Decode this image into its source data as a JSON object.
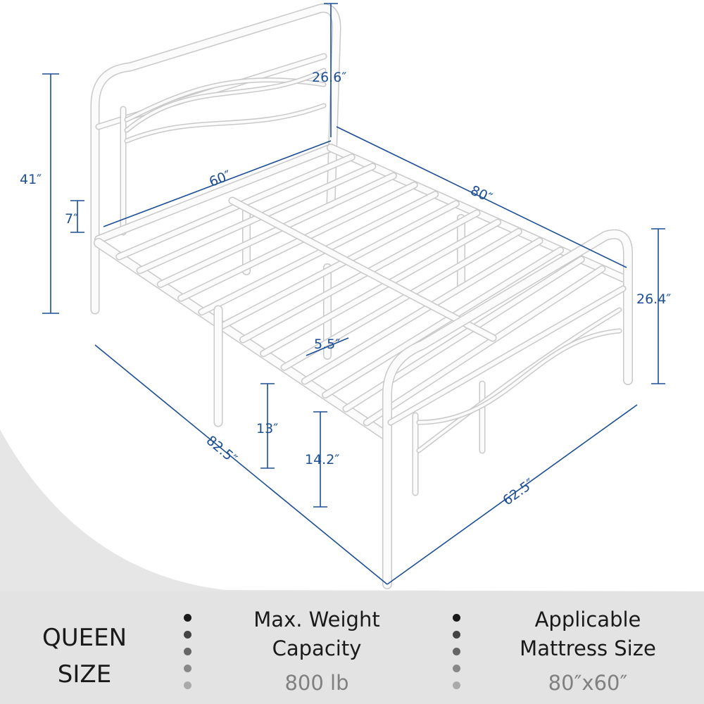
{
  "dimensions": {
    "headboard_above_rail": "26.6″",
    "total_height": "41″",
    "rail_height_from_ground": "7″",
    "width": "60″",
    "length": "80″",
    "footboard_height": "26.4″",
    "slat_gap": "5.5″",
    "under_bed_clearance": "13″",
    "frame_height": "14.2″",
    "overall_length": "82.5″",
    "overall_width": "62.5″"
  },
  "specs": {
    "size": "QUEEN SIZE",
    "weight_title_line1": "Max. Weight",
    "weight_title_line2": "Capacity",
    "weight_value": "800 lb",
    "mattress_title_line1": "Applicable",
    "mattress_title_line2": "Mattress Size",
    "mattress_value": "80″x60″"
  },
  "colors": {
    "dimension_blue": "#1d4f94",
    "panel_gray": "#e3e3e3"
  }
}
